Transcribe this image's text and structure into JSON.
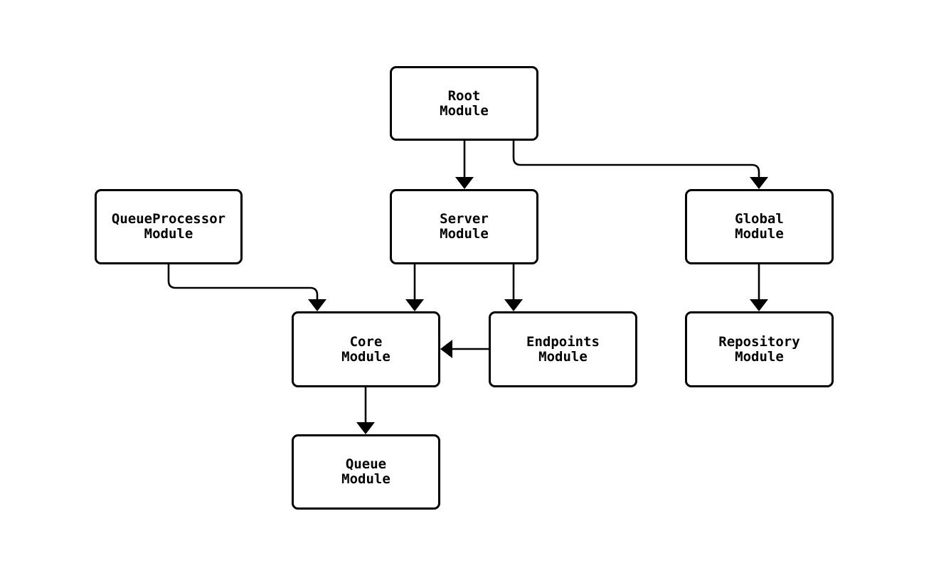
{
  "diagram": {
    "type": "module-dependency-graph",
    "background_color": "#ffffff",
    "node_fill_color": "#ffffff",
    "node_border_color": "#000000",
    "text_color": "#000000",
    "edge_color": "#000000",
    "nodes": [
      {
        "id": "root",
        "line1": "Root",
        "line2": "Module"
      },
      {
        "id": "queueprocessor",
        "line1": "QueueProcessor",
        "line2": "Module"
      },
      {
        "id": "server",
        "line1": "Server",
        "line2": "Module"
      },
      {
        "id": "global",
        "line1": "Global",
        "line2": "Module"
      },
      {
        "id": "core",
        "line1": "Core",
        "line2": "Module"
      },
      {
        "id": "endpoints",
        "line1": "Endpoints",
        "line2": "Module"
      },
      {
        "id": "repository",
        "line1": "Repository",
        "line2": "Module"
      },
      {
        "id": "queue",
        "line1": "Queue",
        "line2": "Module"
      }
    ],
    "edges": [
      {
        "from": "Root Module",
        "to": "Server Module"
      },
      {
        "from": "Root Module",
        "to": "Global Module"
      },
      {
        "from": "QueueProcessor Module",
        "to": "Core Module"
      },
      {
        "from": "Server Module",
        "to": "Core Module"
      },
      {
        "from": "Server Module",
        "to": "Endpoints Module"
      },
      {
        "from": "Endpoints Module",
        "to": "Core Module"
      },
      {
        "from": "Global Module",
        "to": "Repository Module"
      },
      {
        "from": "Core Module",
        "to": "Queue Module"
      }
    ]
  }
}
